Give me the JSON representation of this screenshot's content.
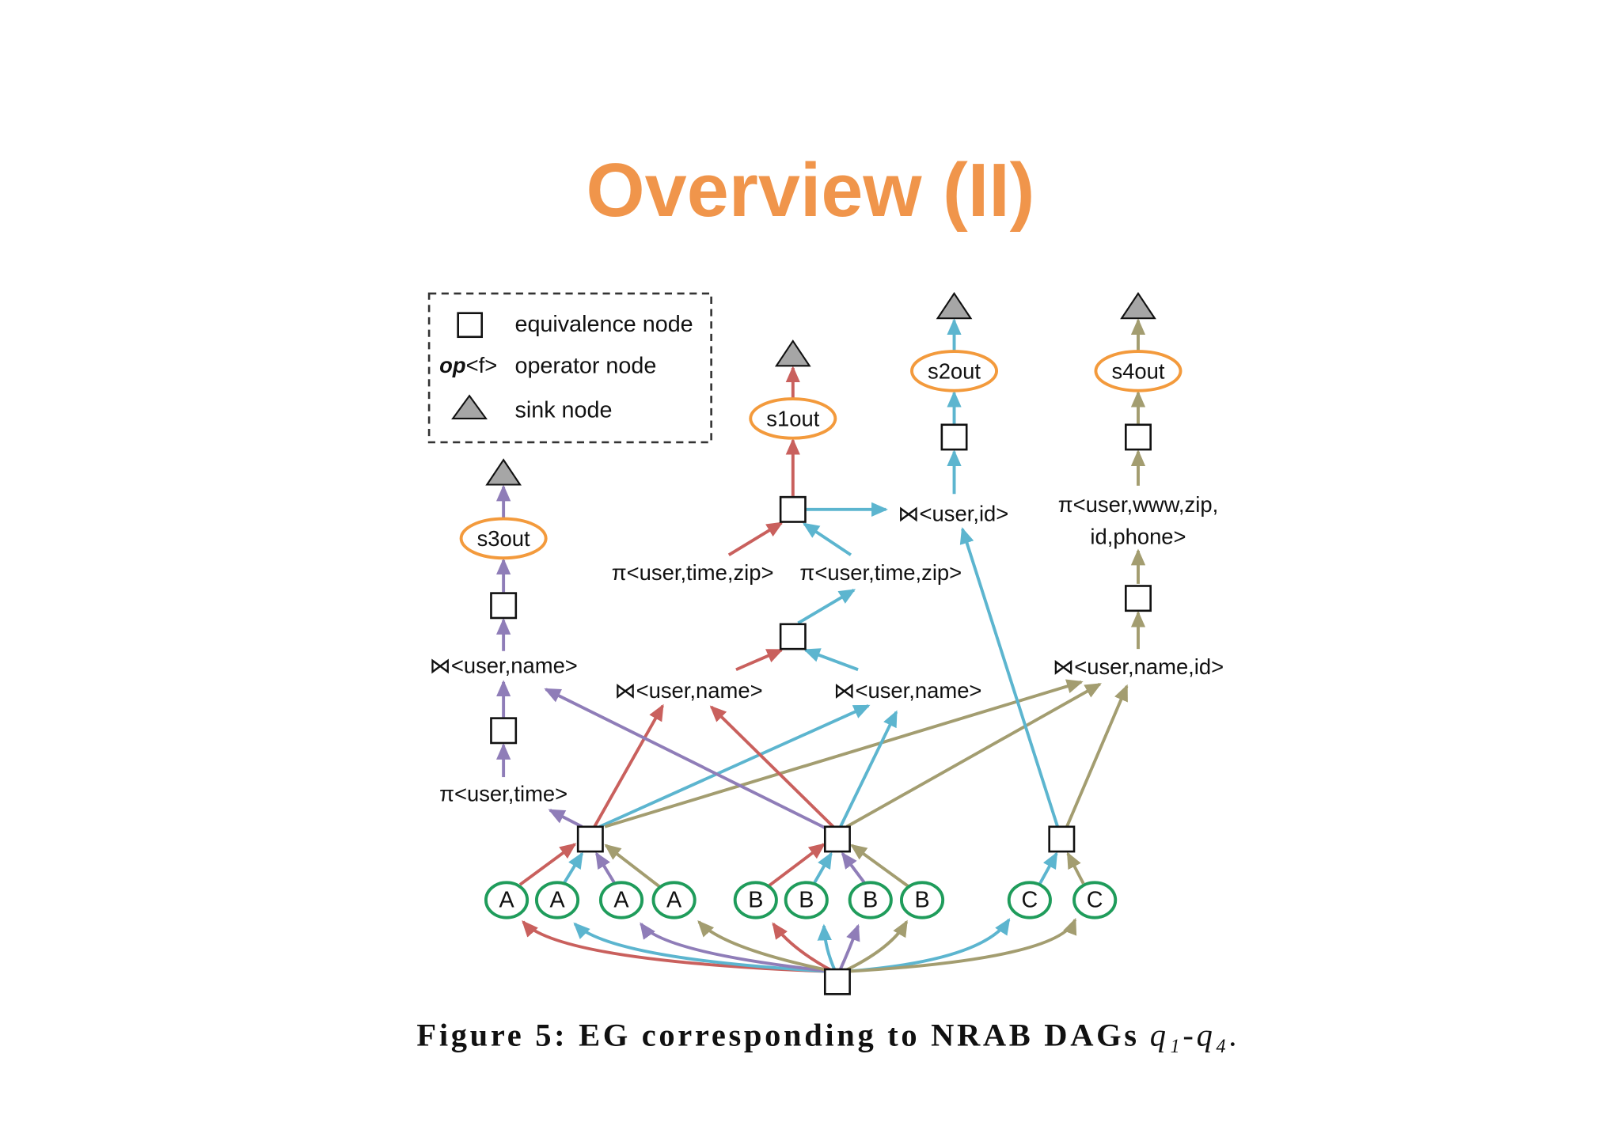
{
  "slide": {
    "title": "Overview (II)"
  },
  "legend": {
    "equivalence_label": "equivalence node",
    "operator_glyph": "op",
    "operator_glyph_param": "<f>",
    "operator_label": "operator node",
    "sink_label": "sink node"
  },
  "outputs": {
    "s1": "s1out",
    "s2": "s2out",
    "s3": "s3out",
    "s4": "s4out"
  },
  "operators": {
    "s3_join": "⋈<user,name>",
    "s3_project": "π<user,time>",
    "mid_join_left": "⋈<user,name>",
    "mid_join_right": "⋈<user,name>",
    "mid_project_left": "π<user,time,zip>",
    "mid_project_right": "π<user,time,zip>",
    "s2_join": "⋈<user,id>",
    "s4_project_line1": "π<user,www,zip,",
    "s4_project_line2": "id,phone>",
    "s4_join": "⋈<user,name,id>"
  },
  "sources": {
    "a": [
      "A",
      "A",
      "A",
      "A"
    ],
    "b": [
      "B",
      "B",
      "B",
      "B"
    ],
    "c": [
      "C",
      "C"
    ]
  },
  "caption": {
    "label": "Figure 5: EG corresponding to NRAB DAGs",
    "queries": "q₁-q₄."
  },
  "colors": {
    "title": "#F0954B",
    "q1": "#C9605D",
    "q2": "#5CB5CF",
    "q3": "#8F7DB8",
    "q4": "#A39D70",
    "output_ring": "#F39A3C",
    "source_ring": "#1F9C5B",
    "sink_fill": "#A6A6A6"
  }
}
